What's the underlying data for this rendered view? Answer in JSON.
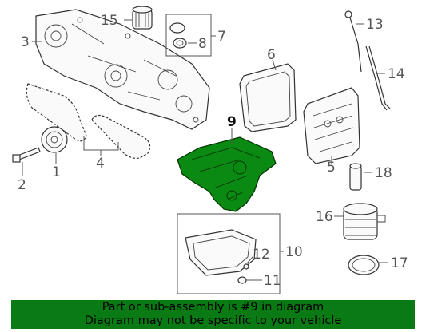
{
  "callouts": {
    "c1": "1",
    "c2": "2",
    "c3": "3",
    "c4": "4",
    "c5": "5",
    "c6": "6",
    "c7": "7",
    "c8": "8",
    "c9": "9",
    "c10": "10",
    "c11": "11",
    "c12": "12",
    "c13": "13",
    "c14": "14",
    "c15": "15",
    "c16": "16",
    "c17": "17",
    "c18": "18"
  },
  "highlight_color": "#0a8a12",
  "banner": {
    "line1": "Part or sub-assembly is #9 in diagram",
    "line2": "Diagram may not be specific to your vehicle",
    "background": "#0a7a14"
  }
}
